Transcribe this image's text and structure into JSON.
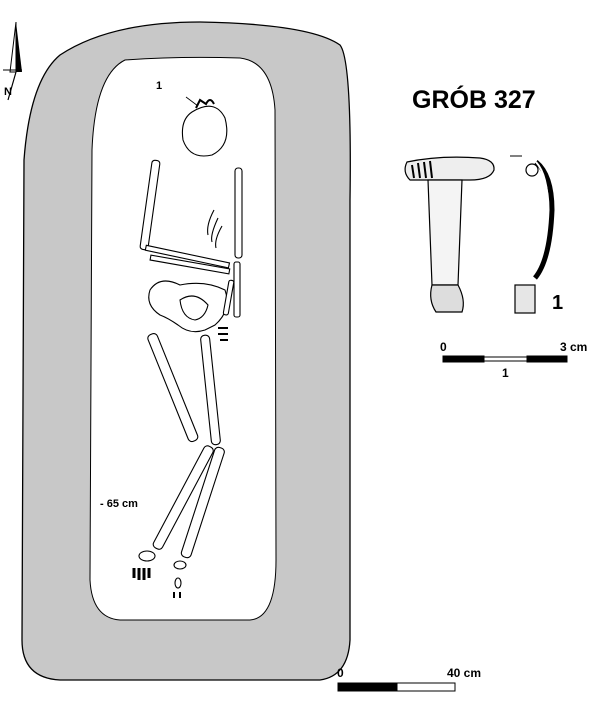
{
  "title": "GRÓB 327",
  "north_label": "N",
  "skull_find_label": "1",
  "depth_label": "- 65 cm",
  "artifact": {
    "number_label": "1"
  },
  "artifact_scale": {
    "start": "0",
    "end": "3 cm",
    "caption": "1"
  },
  "grave_scale": {
    "start": "0",
    "end": "40 cm"
  },
  "colors": {
    "fill_zone": "#c8c8c8",
    "ink": "#000000"
  }
}
